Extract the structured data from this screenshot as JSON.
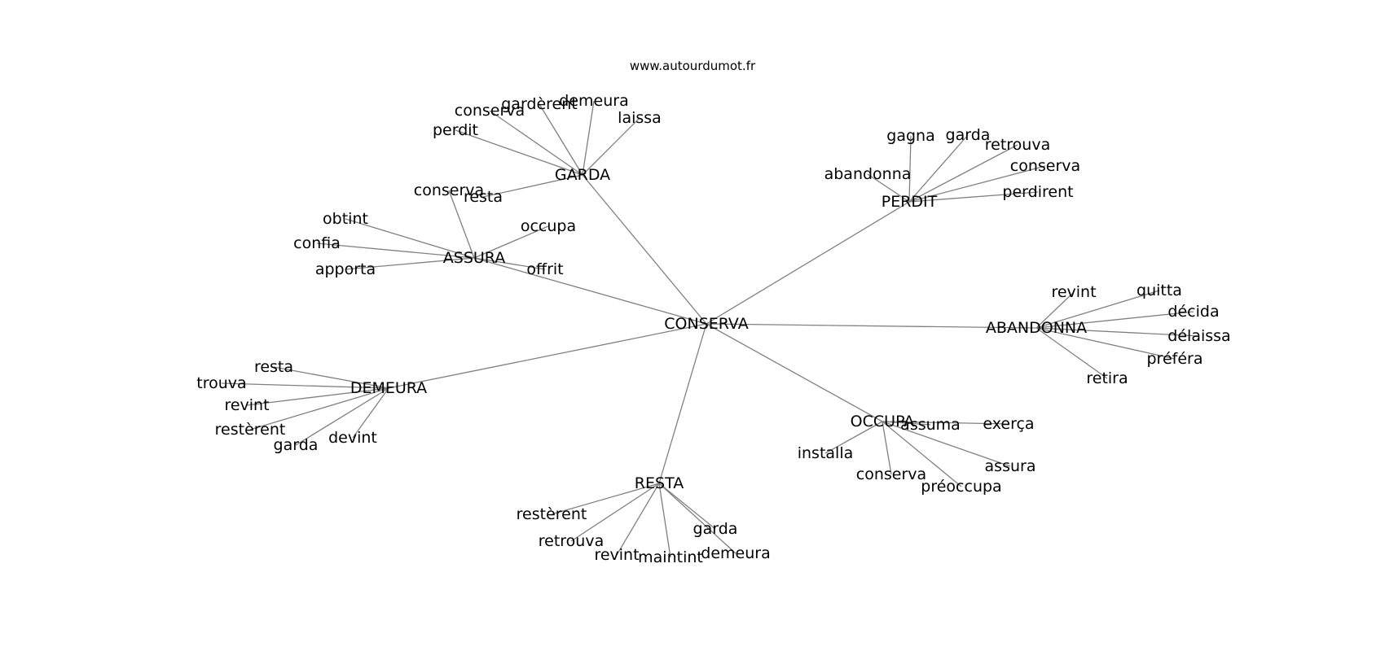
{
  "watermark": "www.autourdumot.fr",
  "center": "CONSERVA",
  "clusters": [
    {
      "hub": "GARDA",
      "leaves": [
        "perdit",
        "conserva",
        "gardèrent",
        "demeura",
        "laissa",
        "resta"
      ]
    },
    {
      "hub": "ASSURA",
      "leaves": [
        "conserva",
        "obtint",
        "confia",
        "apporta",
        "occupa",
        "offrit"
      ]
    },
    {
      "hub": "PERDIT",
      "leaves": [
        "gagna",
        "garda",
        "retrouva",
        "abandonna",
        "conserva",
        "perdirent"
      ]
    },
    {
      "hub": "ABANDONNA",
      "leaves": [
        "revint",
        "quitta",
        "décida",
        "délaissa",
        "préféra",
        "retira"
      ]
    },
    {
      "hub": "DEMEURA",
      "leaves": [
        "resta",
        "trouva",
        "revint",
        "restèrent",
        "garda",
        "devint"
      ]
    },
    {
      "hub": "OCCUPA",
      "leaves": [
        "assuma",
        "exerça",
        "installa",
        "conserva",
        "préoccupa",
        "assura"
      ]
    },
    {
      "hub": "RESTA",
      "leaves": [
        "restèrent",
        "retrouva",
        "revint",
        "maintint",
        "garda",
        "demeura"
      ]
    }
  ]
}
